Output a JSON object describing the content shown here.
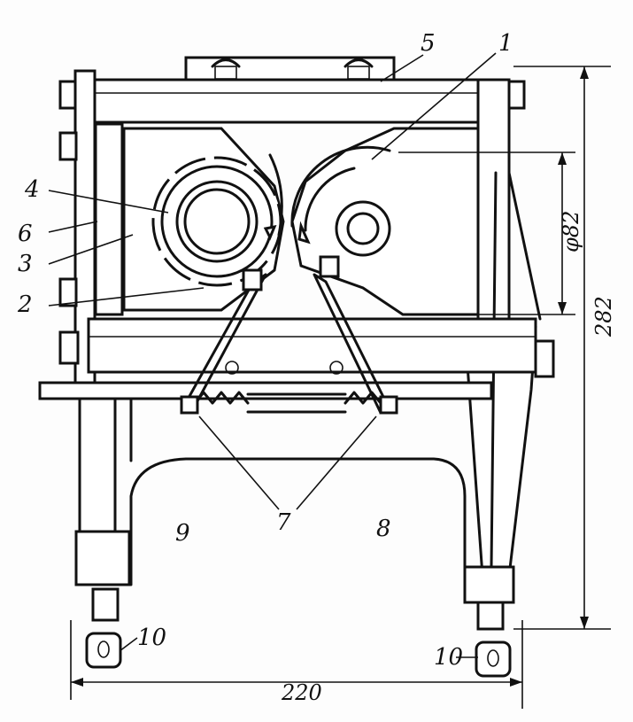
{
  "figure": {
    "part_labels": {
      "p1": "1",
      "p2": "2",
      "p3": "3",
      "p4": "4",
      "p5": "5",
      "p6": "6",
      "p7": "7",
      "p8": "8",
      "p9": "9",
      "p10_left": "10",
      "p10_right": "10"
    },
    "dimensions": {
      "height": "282",
      "roller_diameter": "φ82",
      "width": "220"
    }
  }
}
